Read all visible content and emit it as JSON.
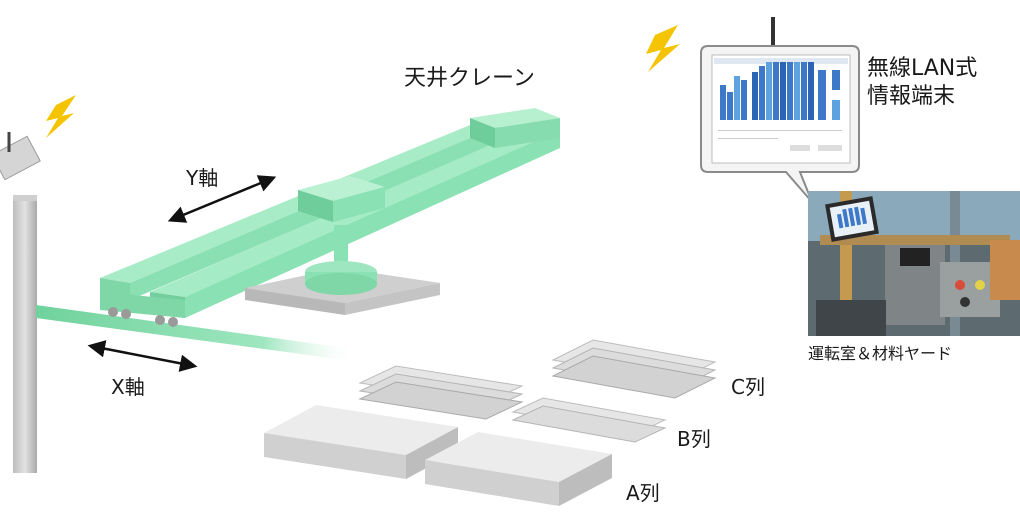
{
  "labels": {
    "crane": "天井クレーン",
    "y_axis": "Y軸",
    "x_axis": "X軸",
    "row_a": "A列",
    "row_b": "B列",
    "row_c": "C列",
    "terminal_line1": "無線LAN式",
    "terminal_line2": "情報端末",
    "control_room": "運転室＆材料ヤード"
  },
  "icons": {
    "wireless": "lightning-bolt-icon",
    "antenna": "antenna-icon"
  },
  "colors": {
    "crane_green": "#8fe0b4",
    "crane_green_dark": "#5fc08e",
    "wireless_yellow": "#f5c400",
    "steel_gray": "#d8d8d8",
    "screen_blue": "#3e78c8"
  }
}
